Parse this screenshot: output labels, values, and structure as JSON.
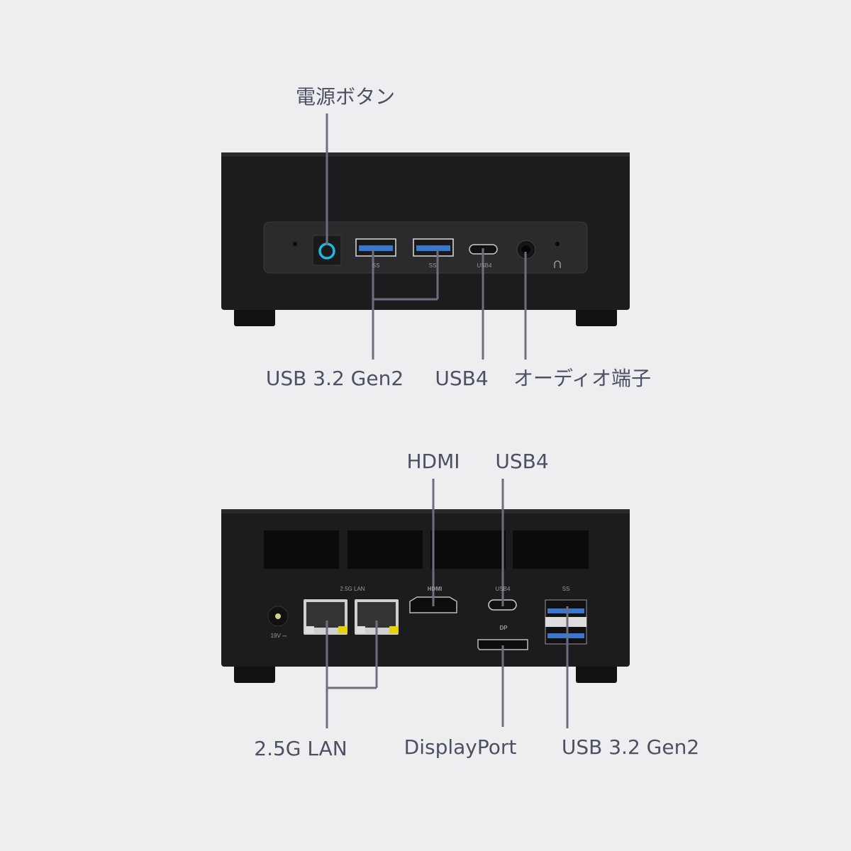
{
  "front": {
    "labels": {
      "power": "電源ボタン",
      "usb32": "USB 3.2 Gen2",
      "usb4": "USB4",
      "audio": "オーディオ端子"
    },
    "printed": {
      "ss1": "SS",
      "ss2": "SS",
      "usb4": "USB4"
    }
  },
  "back": {
    "labels": {
      "hdmi": "HDMI",
      "usb4": "USB4",
      "lan": "2.5G LAN",
      "dp": "DisplayPort",
      "usb32": "USB 3.2 Gen2"
    },
    "printed": {
      "lan": "2.5G LAN",
      "hdmi": "HDMI",
      "usb4": "USB4",
      "ss": "SS",
      "dp": "DP",
      "dc": "19V ⎓"
    }
  },
  "colors": {
    "background": "#eeeef0",
    "label": "#4b5063",
    "leader": "#6b7080",
    "accent": "#1fb8e6",
    "usb_blue": "#3a78d0",
    "led_yellow": "#e6d400"
  }
}
